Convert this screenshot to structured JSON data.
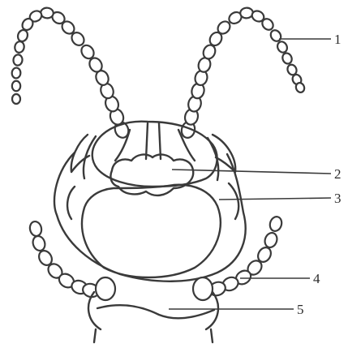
{
  "callouts": [
    {
      "id": "1",
      "label": "1"
    },
    {
      "id": "2",
      "label": "2"
    },
    {
      "id": "3",
      "label": "3"
    },
    {
      "id": "4",
      "label": "4"
    },
    {
      "id": "5",
      "label": "5"
    }
  ],
  "colors": {
    "ink": "#3a3a3a",
    "paper": "#ffffff"
  }
}
